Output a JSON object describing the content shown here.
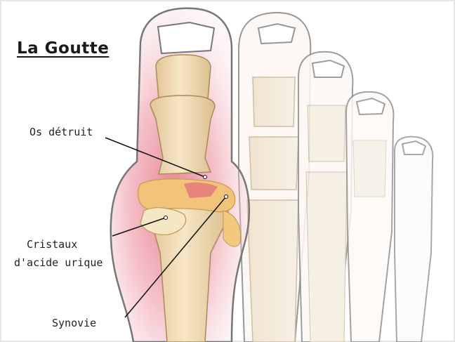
{
  "figure": {
    "title": "La Goutte",
    "labels": {
      "os_detruit": "Os détruit",
      "cristaux_line1": "Cristaux",
      "cristaux_line2": "d'acide urique",
      "synovie": "Synovie"
    }
  },
  "colors": {
    "bone": "#f1dcb4",
    "bone_shadow": "#d9bd8c",
    "inflammation": "#e78c98",
    "soft_pink": "#f6d3d8",
    "crystals": "#f2c37a",
    "outline": "#6e6e6e",
    "leader_line": "#111111"
  }
}
